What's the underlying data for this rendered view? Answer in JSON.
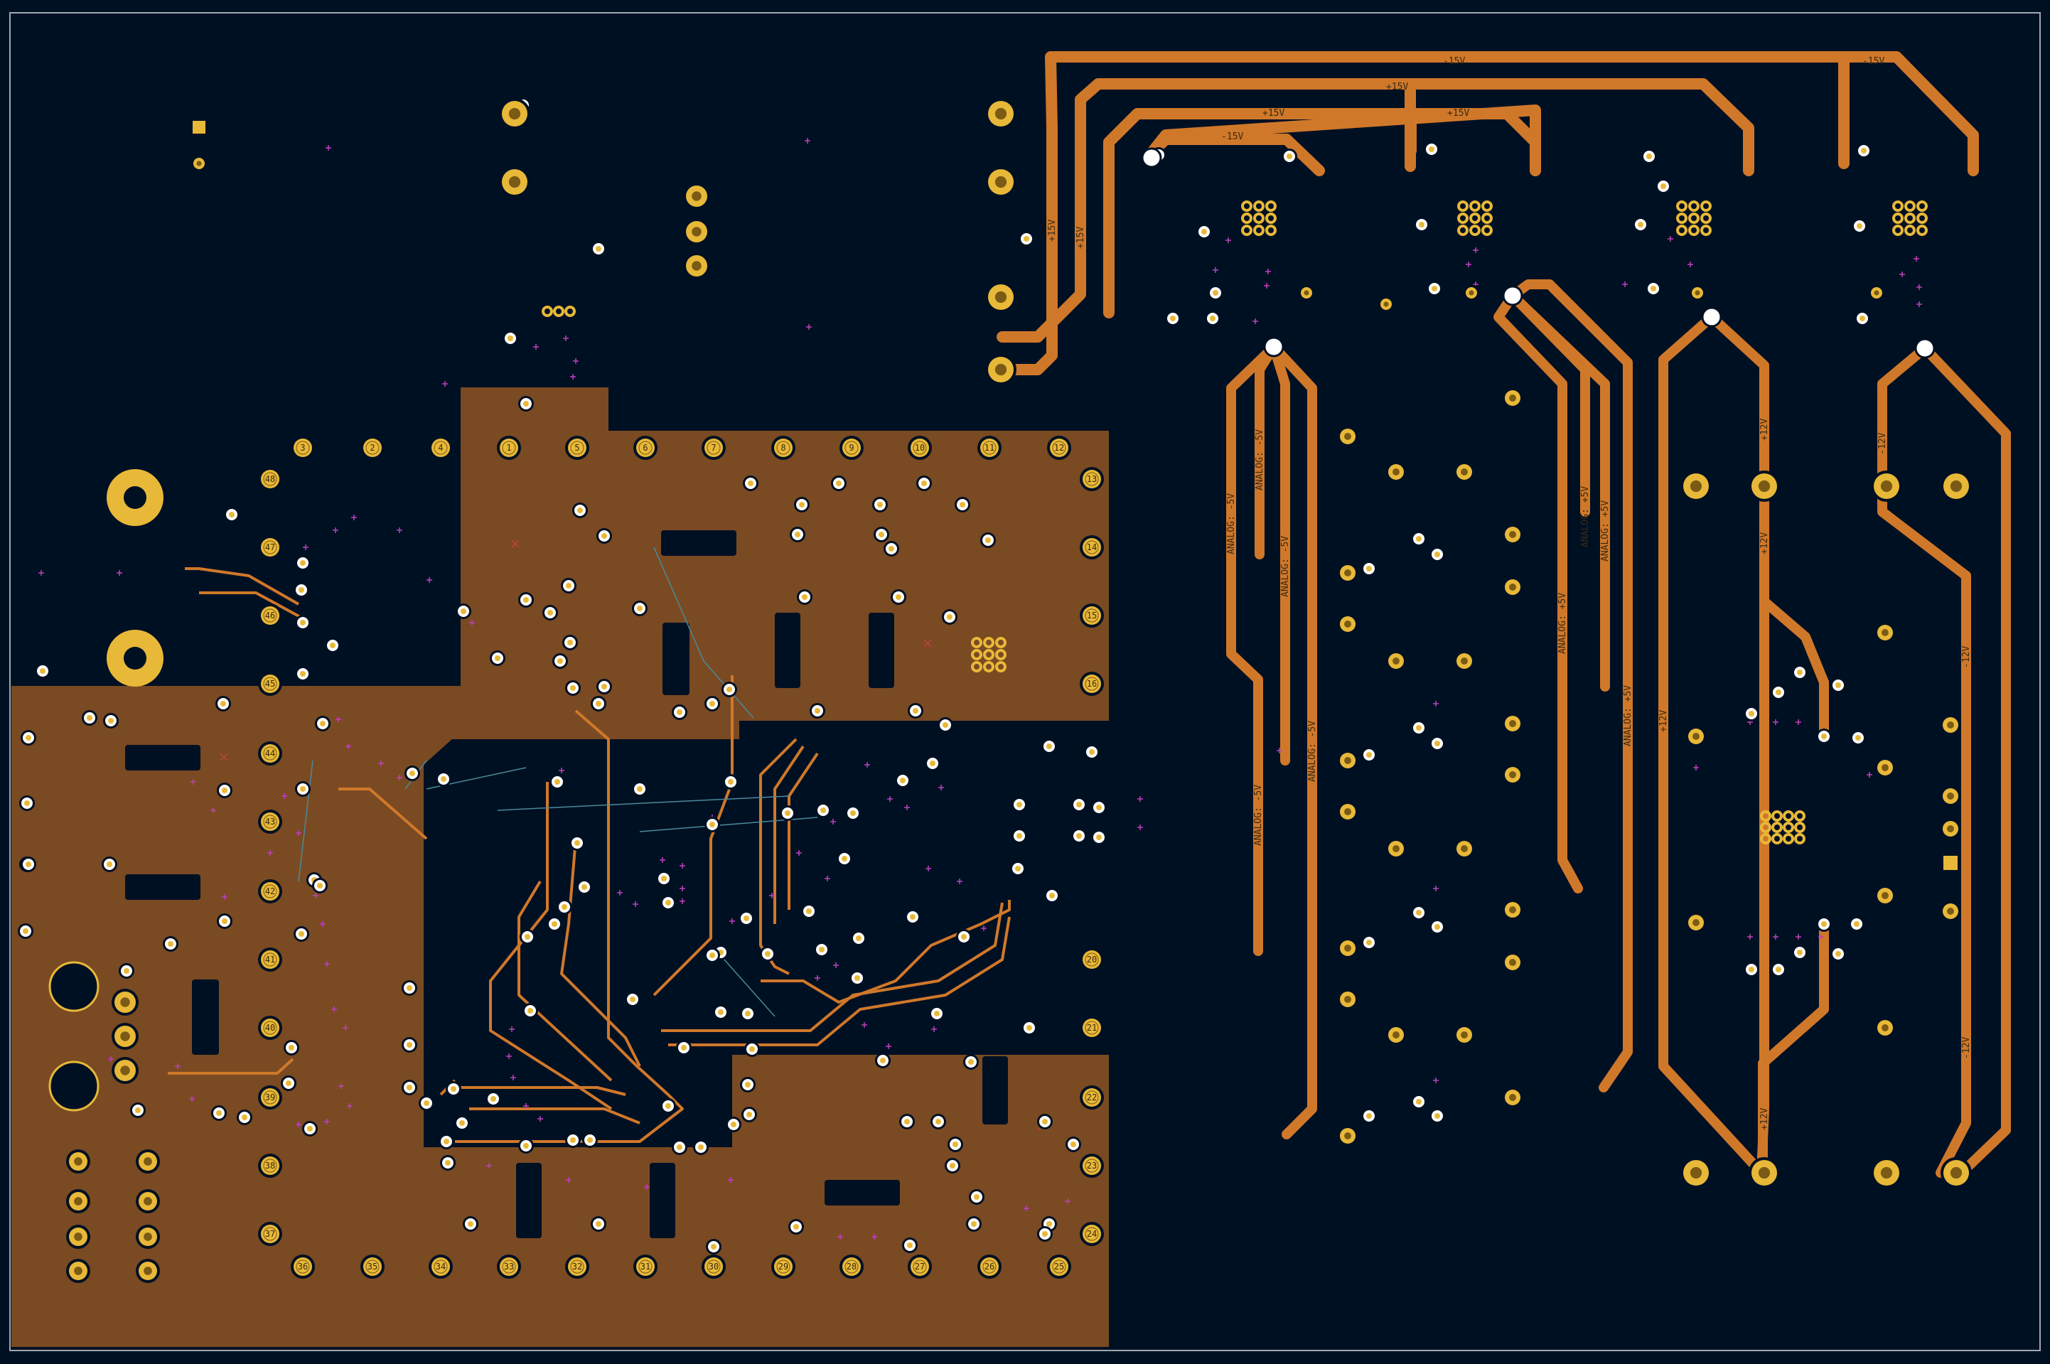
{
  "colors": {
    "background": "#001023",
    "copper_fill": "#7a4a23",
    "copper_trace": "#d0782a",
    "pad_gold": "#e8b838",
    "pad_hole_dark": "#7a5a14",
    "via_white": "#ffffff",
    "board_outline": "#a0a8b0",
    "ratsnest": "#4a8a9a",
    "marker_magenta": "#c040c0",
    "label_text": "#3a2a10"
  },
  "connector_pins": {
    "top_row": [
      "3",
      "2",
      "4",
      "1",
      "5",
      "6",
      "7",
      "8",
      "9",
      "10",
      "11",
      "12"
    ],
    "right_col_upper": [
      "13",
      "14",
      "15",
      "16"
    ],
    "right_col_lower": [
      "20",
      "21",
      "22",
      "23",
      "24"
    ],
    "bottom_row": [
      "36",
      "35",
      "34",
      "33",
      "32",
      "31",
      "30",
      "29",
      "28",
      "27",
      "26",
      "25"
    ],
    "left_col": [
      "48",
      "47",
      "46",
      "45",
      "44",
      "43",
      "42",
      "41",
      "40",
      "39",
      "38",
      "37"
    ]
  },
  "net_labels": {
    "neg15": "-15V",
    "pos15": "+15V",
    "pos12": "+12V",
    "neg12": "-12V",
    "analog_pos5": "ANALOG: +5V",
    "analog_neg5": "ANALOG: -5V"
  }
}
